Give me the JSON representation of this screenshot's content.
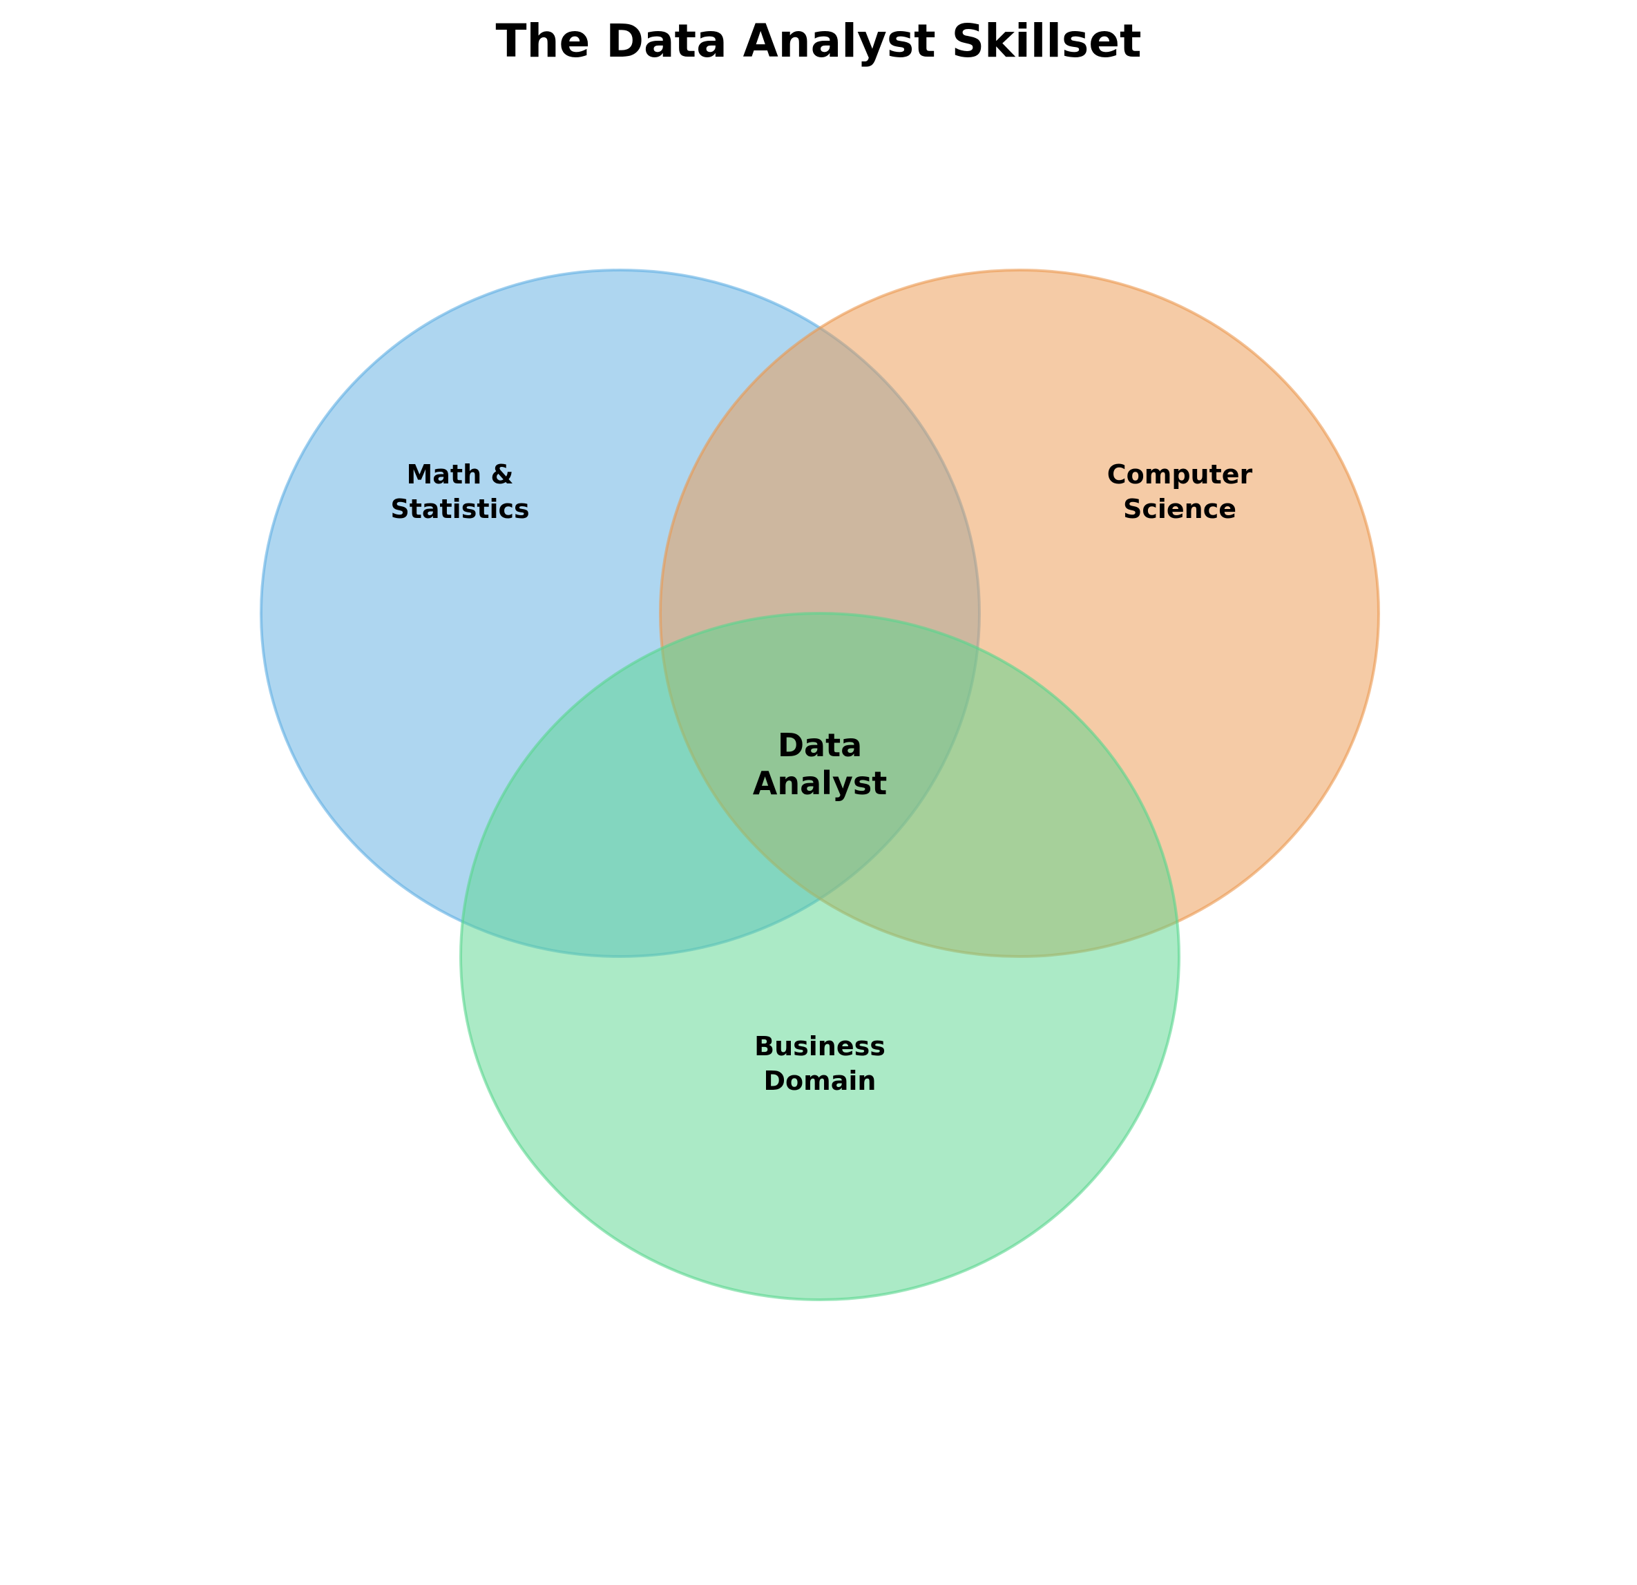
{
  "title": "The Data Analyst Skillset",
  "sets": [
    {
      "id": "math",
      "label_lines": [
        "Math &",
        "Statistics"
      ],
      "color": "#5dade2"
    },
    {
      "id": "cs",
      "label_lines": [
        "Computer",
        "Science"
      ],
      "color": "#eb984e"
    },
    {
      "id": "business",
      "label_lines": [
        "Business",
        "Domain"
      ],
      "color": "#58d68d"
    }
  ],
  "intersection": {
    "label_lines": [
      "Data",
      "Analyst"
    ]
  }
}
